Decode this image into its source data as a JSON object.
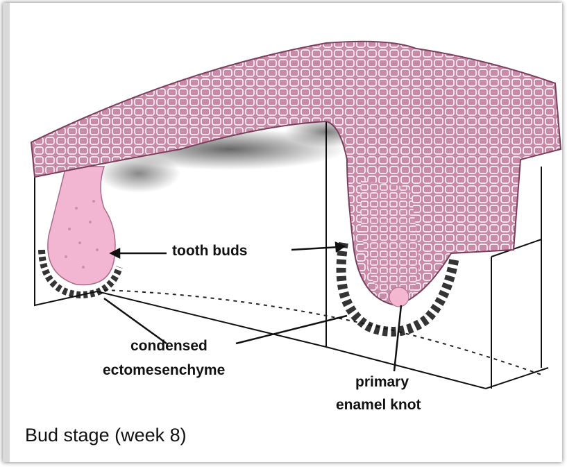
{
  "caption": "Bud stage (week 8)",
  "labels": {
    "tooth_buds": "tooth buds",
    "condensed_line1": "condensed",
    "condensed_line2": "ectomesenchyme",
    "knot_line1": "primary",
    "knot_line2": "enamel knot"
  },
  "colors": {
    "epithelium": "#c98aa8",
    "epithelium_light": "#f2b6d2",
    "cell_outline": "#ffffff",
    "ink": "#111111"
  }
}
